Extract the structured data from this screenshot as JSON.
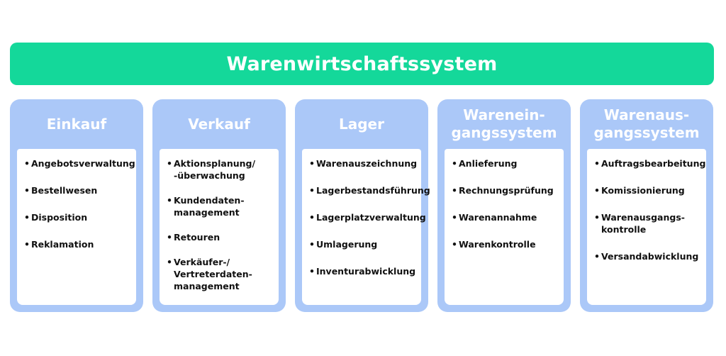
{
  "title": "Warenwirtschaftssystem",
  "colors": {
    "banner": "#14d89a",
    "card": "#abc8f8",
    "card_body": "#ffffff",
    "text": "#111111"
  },
  "columns": [
    {
      "title": "Einkauf",
      "items": [
        "Angebotsverwaltung",
        "Bestellwesen",
        "Disposition",
        "Reklamation"
      ]
    },
    {
      "title": "Verkauf",
      "items": [
        "Aktionsplanung/\n-überwachung",
        "Kundendaten-\nmanagement",
        "Retouren",
        "Verkäufer-/\nVertreterdaten-\nmanagement"
      ]
    },
    {
      "title": "Lager",
      "items": [
        "Warenauszeichnung",
        "Lagerbestandsführung",
        "Lagerplatzverwaltung",
        "Umlagerung",
        "Inventurabwicklung"
      ]
    },
    {
      "title": "Warenein-\ngangssystem",
      "items": [
        "Anlieferung",
        "Rechnungsprüfung",
        "Warenannahme",
        "Warenkontrolle"
      ]
    },
    {
      "title": "Warenaus-\ngangssystem",
      "items": [
        "Auftragsbearbeitung",
        "Komissionierung",
        "Warenausgangs-\nkontrolle",
        "Versandabwicklung"
      ]
    }
  ]
}
